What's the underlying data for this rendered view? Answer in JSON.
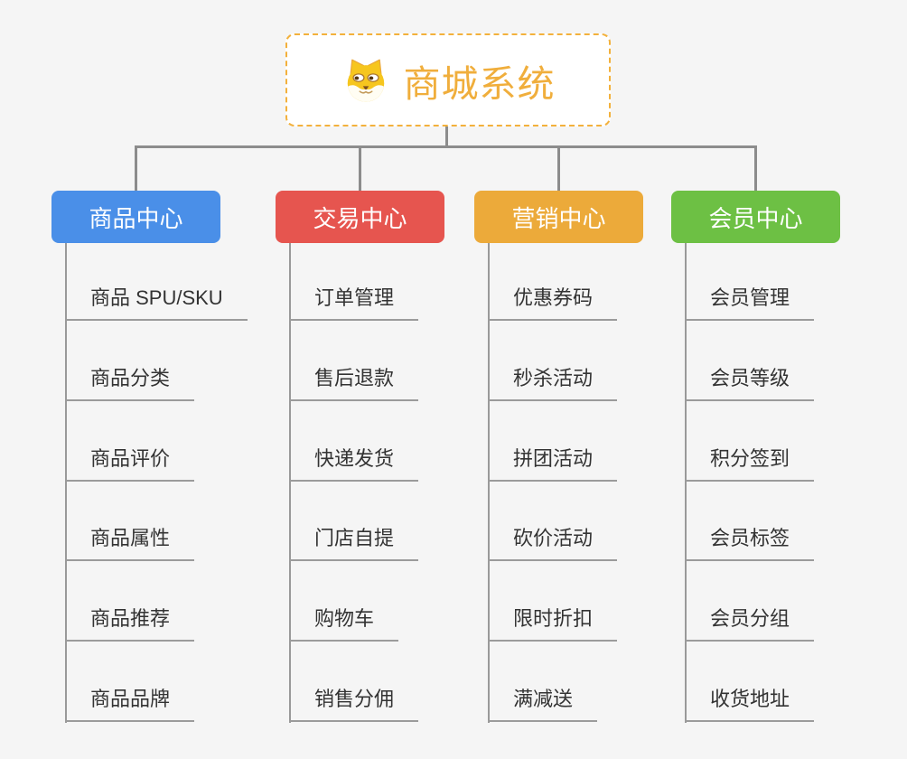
{
  "canvas": {
    "background_color": "#f5f5f5",
    "connector_color": "#8c8c8c",
    "leaf_line_color": "#9b9b9b",
    "leaf_text_color": "#333333"
  },
  "root": {
    "title": "商城系统",
    "icon": "dog-icon",
    "text_color": "#f0ae3c",
    "border_color": "#f3b13c",
    "background_color": "#ffffff"
  },
  "branches": [
    {
      "label": "商品中心",
      "color": "#4a8fe8",
      "children": [
        "商品 SPU/SKU",
        "商品分类",
        "商品评价",
        "商品属性",
        "商品推荐",
        "商品品牌"
      ]
    },
    {
      "label": "交易中心",
      "color": "#e6554f",
      "children": [
        "订单管理",
        "售后退款",
        "快递发货",
        "门店自提",
        "购物车",
        "销售分佣"
      ]
    },
    {
      "label": "营销中心",
      "color": "#ecaa3a",
      "children": [
        "优惠券码",
        "秒杀活动",
        "拼团活动",
        "砍价活动",
        "限时折扣",
        "满减送"
      ]
    },
    {
      "label": "会员中心",
      "color": "#6dc044",
      "children": [
        "会员管理",
        "会员等级",
        "积分签到",
        "会员标签",
        "会员分组",
        "收货地址"
      ]
    }
  ]
}
